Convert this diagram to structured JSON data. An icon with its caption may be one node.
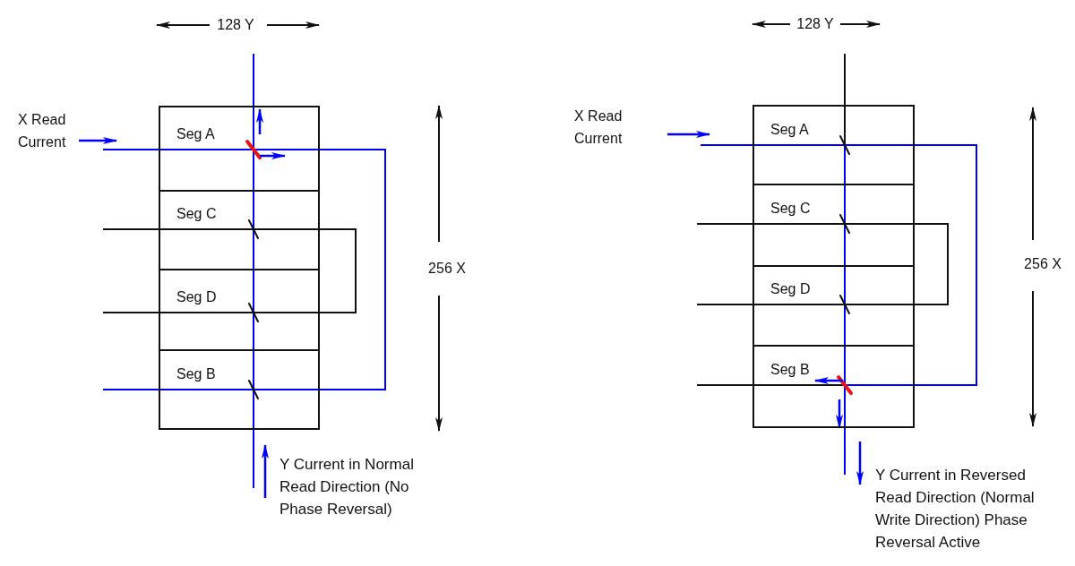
{
  "diagram": {
    "nodes": [
      {
        "text": [
          "Seg A"
        ]
      },
      {
        "text": [
          "Seg C"
        ]
      },
      {
        "text": [
          "Seg D"
        ]
      },
      {
        "text": [
          "Seg B"
        ]
      },
      {
        "text": [
          "Seg A"
        ]
      },
      {
        "text": [
          "Seg C"
        ]
      },
      {
        "text": [
          "Seg D"
        ]
      },
      {
        "text": [
          "Seg B"
        ]
      }
    ],
    "edges": [
      {
        "from": 0,
        "to": 3,
        "arrow": "none",
        "color": "#0000ff"
      },
      {
        "from": 1,
        "to": 2,
        "arrow": "none",
        "color": "#111111"
      },
      {
        "from": 4,
        "to": 7,
        "arrow": "none",
        "color": "#0000ff"
      },
      {
        "from": 5,
        "to": 6,
        "arrow": "none",
        "color": "#111111"
      }
    ],
    "labels": [
      "128 Y",
      "X Read Current",
      "256 X",
      "Y Current in Normal Read Direction (No Phase Reversal)",
      "128 Y",
      "X Read Current",
      "256 X",
      "Y Current in Reversed Read Direction (Normal Write Direction) Phase Reversal Active"
    ]
  }
}
